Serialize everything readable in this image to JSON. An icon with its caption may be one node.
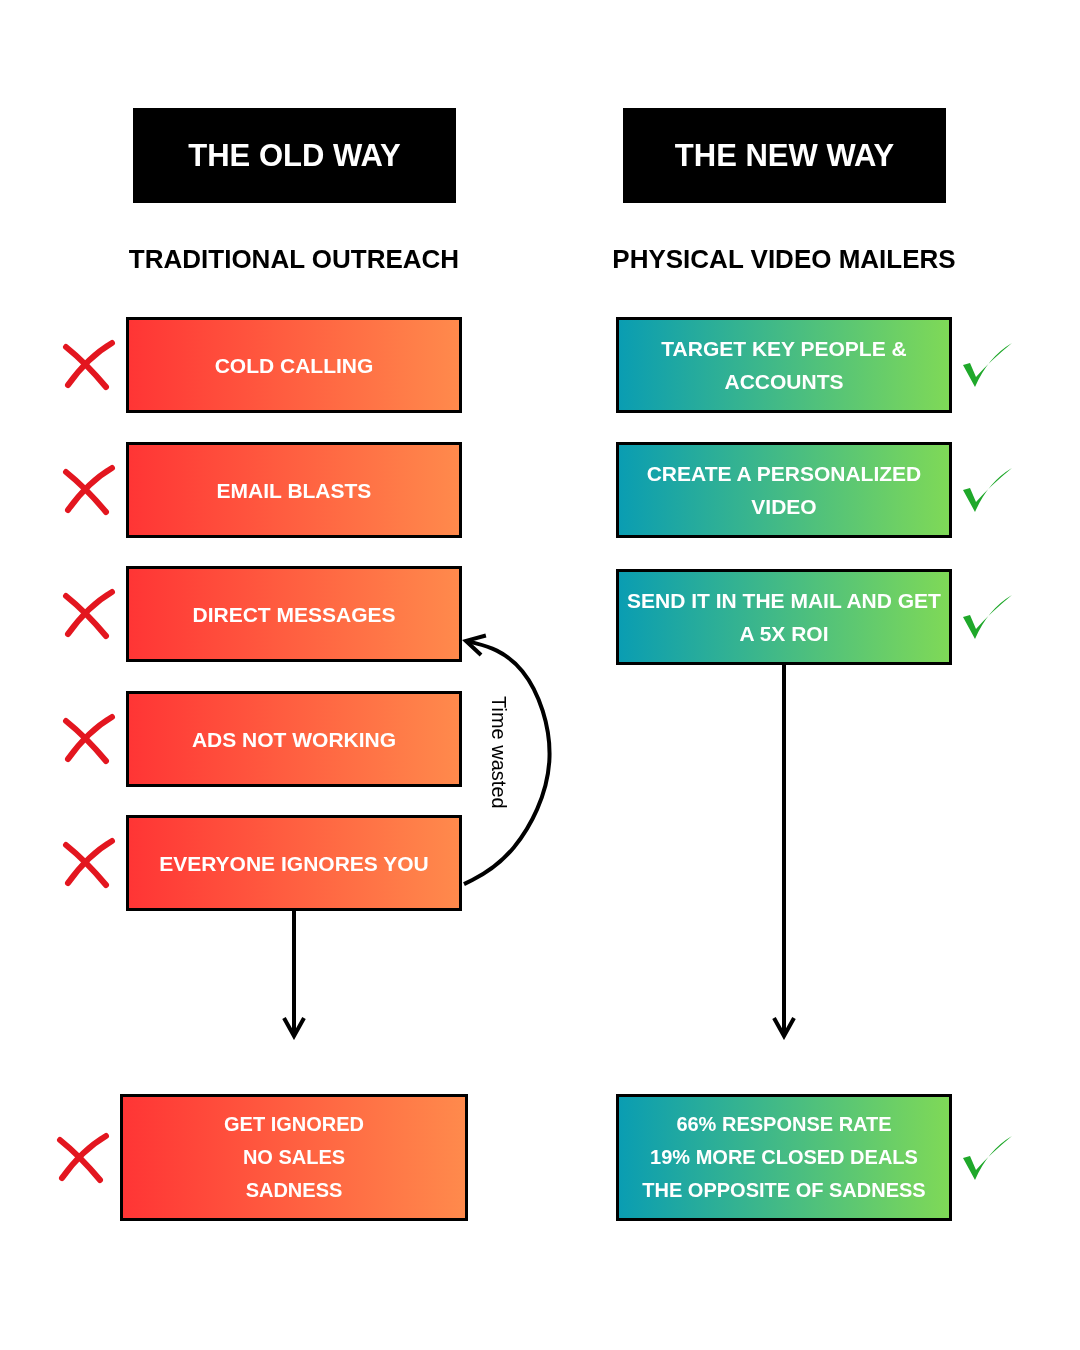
{
  "diagram": {
    "nodes": [
      {
        "text": [
          "THE OLD WAY"
        ]
      },
      {
        "text": [
          "THE NEW WAY"
        ]
      },
      {
        "text": [
          "COLD CALLING"
        ]
      },
      {
        "text": [
          "EMAIL BLASTS"
        ]
      },
      {
        "text": [
          "DIRECT MESSAGES"
        ]
      },
      {
        "text": [
          "ADS NOT WORKING"
        ]
      },
      {
        "text": [
          "EVERYONE IGNORES YOU"
        ]
      },
      {
        "text": [
          "GET IGNORED",
          "NO SALES",
          "SADNESS"
        ]
      },
      {
        "text": [
          "TARGET KEY PEOPLE & ACCOUNTS"
        ]
      },
      {
        "text": [
          "CREATE A PERSONALIZED VIDEO"
        ]
      },
      {
        "text": [
          "SEND IT IN THE MAIL AND GET A 5X ROI"
        ]
      },
      {
        "text": [
          "66% RESPONSE RATE",
          "19% MORE CLOSED DEALS",
          "THE OPPOSITE OF SADNESS"
        ]
      }
    ],
    "edges": [
      {
        "from": 6,
        "to": 7,
        "arrow": "to"
      },
      {
        "from": 10,
        "to": 11,
        "arrow": "to"
      },
      {
        "from": 6,
        "to": 4,
        "arrow": "to",
        "label": "Time wasted"
      }
    ],
    "labels": [
      "TRADITIONAL OUTREACH",
      "PHYSICAL VIDEO MAILERS"
    ]
  }
}
